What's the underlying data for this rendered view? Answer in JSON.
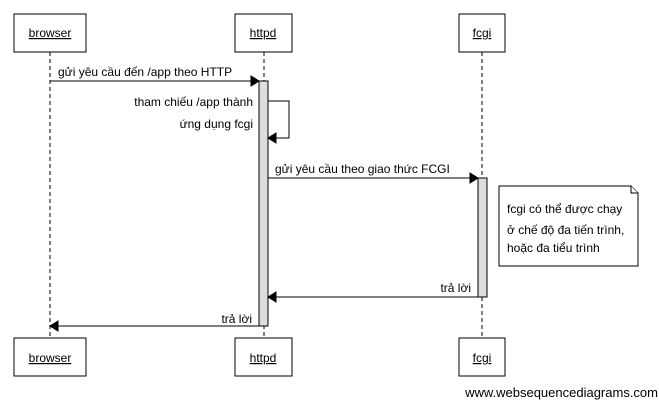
{
  "participants": {
    "browser": "browser",
    "httpd": "httpd",
    "fcgi": "fcgi"
  },
  "messages": {
    "request_app": "gửi yêu cầu đến /app theo HTTP",
    "self_ref_line1": "tham chiếu /app thành",
    "self_ref_line2": "ứng dụng fcgi",
    "fcgi_request": "gửi yêu cầu theo giao thức FCGI",
    "fcgi_reply": "trả lời",
    "http_reply": "trả lời"
  },
  "note": {
    "line1": "fcgi có thể được chạy",
    "line2": "ở chế độ đa tiến trình,",
    "line3": "hoặc đa tiểu trình"
  },
  "watermark": "www.websequencediagrams.com"
}
